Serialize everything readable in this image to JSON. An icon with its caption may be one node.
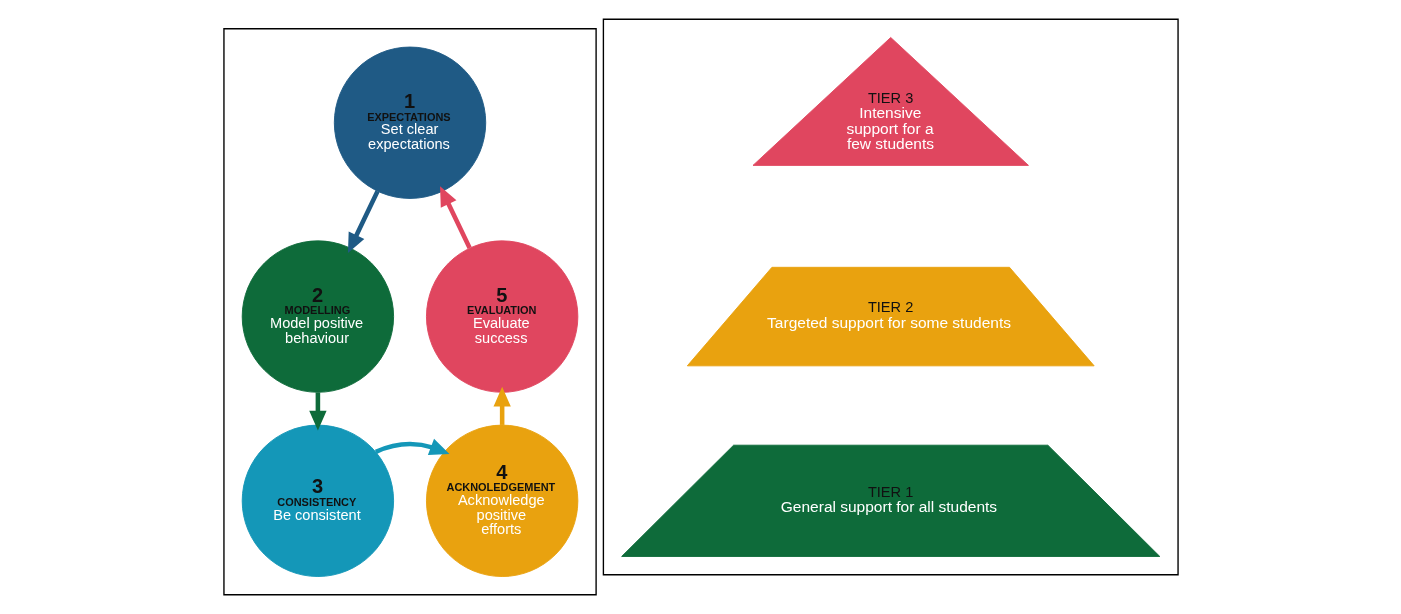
{
  "diagram": {
    "nodes": [
      {
        "text": [],
        "shape": "box"
      },
      {
        "text": [
          "1",
          "EXPECTATIONS",
          "Set clear expectations"
        ],
        "in": 0
      },
      {
        "text": [
          "2",
          "MODELLING",
          "Model positive behaviour"
        ],
        "in": 0
      },
      {
        "text": [
          "3",
          "CONSISTENCY",
          "Be consistent"
        ],
        "in": 0
      },
      {
        "text": [
          "4",
          "ACKNOLEDGEMENT",
          "Acknowledge positive efforts"
        ],
        "in": 0
      },
      {
        "text": [
          "5",
          "EVALUATION",
          "Evaluate success"
        ],
        "in": 0
      },
      {
        "text": [],
        "shape": "box"
      },
      {
        "text": [
          "TIER 3",
          "Intensive support for a few students"
        ],
        "in": 6
      },
      {
        "text": [
          "TIER 2",
          "Targeted support for some students"
        ],
        "in": 6
      },
      {
        "text": [
          "TIER 1",
          "General support for all students"
        ],
        "in": 6
      }
    ],
    "edges": [
      {
        "from": 1,
        "to": 2,
        "arrow": "to",
        "color": "#1f5a85"
      },
      {
        "from": 2,
        "to": 3,
        "arrow": "to",
        "color": "#0e6b3a"
      },
      {
        "from": 3,
        "to": 4,
        "arrow": "to",
        "color": "#1497b8"
      },
      {
        "from": 4,
        "to": 5,
        "arrow": "to",
        "color": "#e9a20f"
      },
      {
        "from": 5,
        "to": 1,
        "arrow": "to",
        "color": "#e0465f"
      }
    ]
  }
}
